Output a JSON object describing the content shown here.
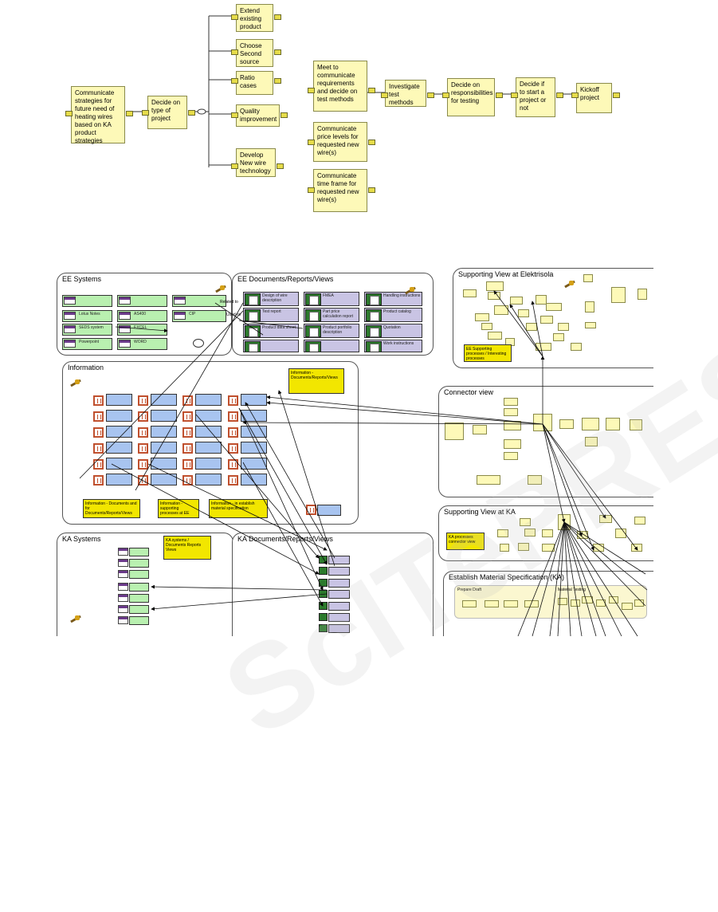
{
  "process": {
    "start": "Communicate strategies for future need of heating wires based on KA product strategies",
    "decide": "Decide on type of project",
    "options": [
      "Extend existing product",
      "Choose Second source",
      "Ratio cases",
      "Quality improvement",
      "Develop New wire technology"
    ],
    "meet": "Meet to communicate requirements and decide on test methods",
    "price": "Communicate price levels for requested new wire(s)",
    "timeframe": "Communicate time frame for requested new wire(s)",
    "investigate": "Investigate test methods",
    "responsibilities": "Decide on responsibilities for testing",
    "start_project": "Decide if to start a project or not",
    "kickoff": "Kickoff project"
  },
  "panels": {
    "ee_systems": "EE Systems",
    "ee_docs": "EE Documents/Reports/Views",
    "information": "Information",
    "ka_systems": "KA Systems",
    "ka_docs": "KA Documents/Reports/Views",
    "supporting_ee": "Supporting View at Elektrisola",
    "connector": "Connector view",
    "supporting_ka": "Supporting View at KA",
    "establish": "Establish Material Specification (KA)"
  },
  "ee_systems": {
    "items": [
      "",
      "",
      "",
      "Lotus Notes",
      "AS400",
      "SEDS system",
      "EXCEL",
      "CIP",
      "Powerpoint",
      "WORD"
    ]
  },
  "ee_docs": {
    "items": [
      "Design of wire description",
      "FMEA",
      "Handling instructions",
      "Test report",
      "Part price calculation report",
      "Product catalog",
      "Product data sheet",
      "Product portfolio description",
      "Quotation",
      "",
      "",
      "Work instructions"
    ],
    "edge_labels": [
      "Related to",
      "Used for"
    ]
  },
  "info_notes": [
    "Information - Documents/Reports/Views",
    "Information - Documents and for Documents/Reports/Views",
    "Information - supporting processes at EE",
    "Information - in establish material specification"
  ],
  "supporting_ee_note": "EE Supporting processes / Interesting processes",
  "ka_note": "KA systems / Documents Reports Views",
  "supporting_ka_note": "KA processes connector view",
  "establish_labels": [
    "Prepare Draft",
    "Material Testing"
  ],
  "icons": [
    "workgroup-tool-icon",
    "db-icon",
    "document-icon",
    "information-icon"
  ]
}
